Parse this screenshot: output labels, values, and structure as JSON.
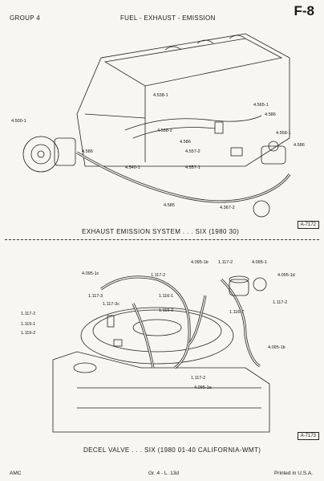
{
  "header": {
    "group": "GROUP 4",
    "title": "FUEL - EXHAUST - EMISSION",
    "page": "F-8"
  },
  "figure1": {
    "caption": "EXHAUST EMISSION SYSTEM . . . SIX (1980 30)",
    "ref": "A-7172",
    "labels": [
      "4.538-1",
      "4.565-1",
      "4.586",
      "4.500-1",
      "4.538-2",
      "4.586",
      "4.558-1",
      "4.557-2",
      "4.586",
      "4.586",
      "4.557-1",
      "4.540-1",
      "4.585",
      "4.367-2"
    ]
  },
  "figure2": {
    "caption": "DECEL VALVE . . . SIX (1980 01-40 CALIFORNIA-WMT)",
    "ref": "A-7173",
    "labels": [
      "4.095-1b",
      "1.117-2",
      "4.095-1",
      "4.095-1d",
      "4.095-1c",
      "1.117-2",
      "1.117-3",
      "1.116-1",
      "1.117-3c",
      "1.119-2",
      "1.116-7",
      "1.117-2",
      "1.117-2",
      "1.119-1",
      "1.119-2",
      "4.095-1b",
      "1.117-2",
      "4.095-1a"
    ]
  },
  "footer": {
    "left": "AMC",
    "center": "Gr. 4 - L. 13d",
    "right": "Printed in U.S.A."
  }
}
